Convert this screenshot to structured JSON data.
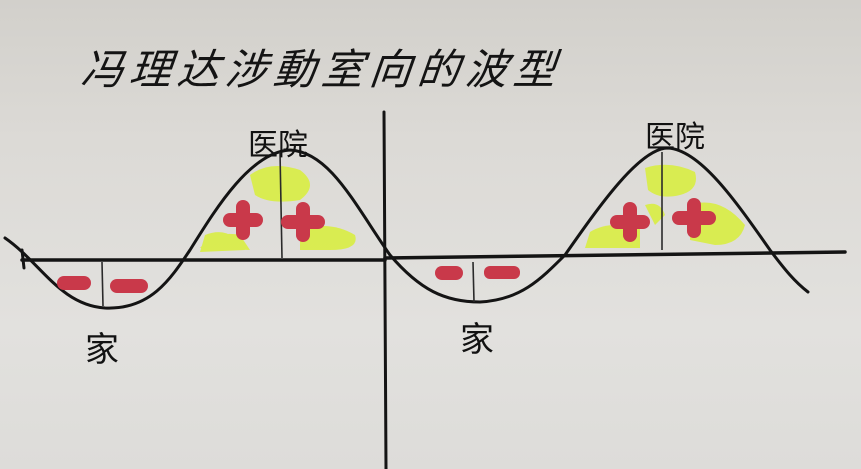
{
  "diagram": {
    "title": "冯理达涉動室向的波型",
    "peaks": [
      {
        "label": "医院",
        "signs": [
          "+",
          "+"
        ]
      },
      {
        "label": "医院",
        "signs": [
          "+",
          "+"
        ]
      }
    ],
    "troughs": [
      {
        "label": "家",
        "signs": [
          "−",
          "−"
        ]
      },
      {
        "label": "家",
        "signs": [
          "−",
          "−"
        ]
      }
    ],
    "colors": {
      "ink": "#141414",
      "plus_marker": "#c9394a",
      "minus_marker": "#c9394a",
      "highlight": "#d9ef3a",
      "background": "#dedcd8"
    }
  }
}
